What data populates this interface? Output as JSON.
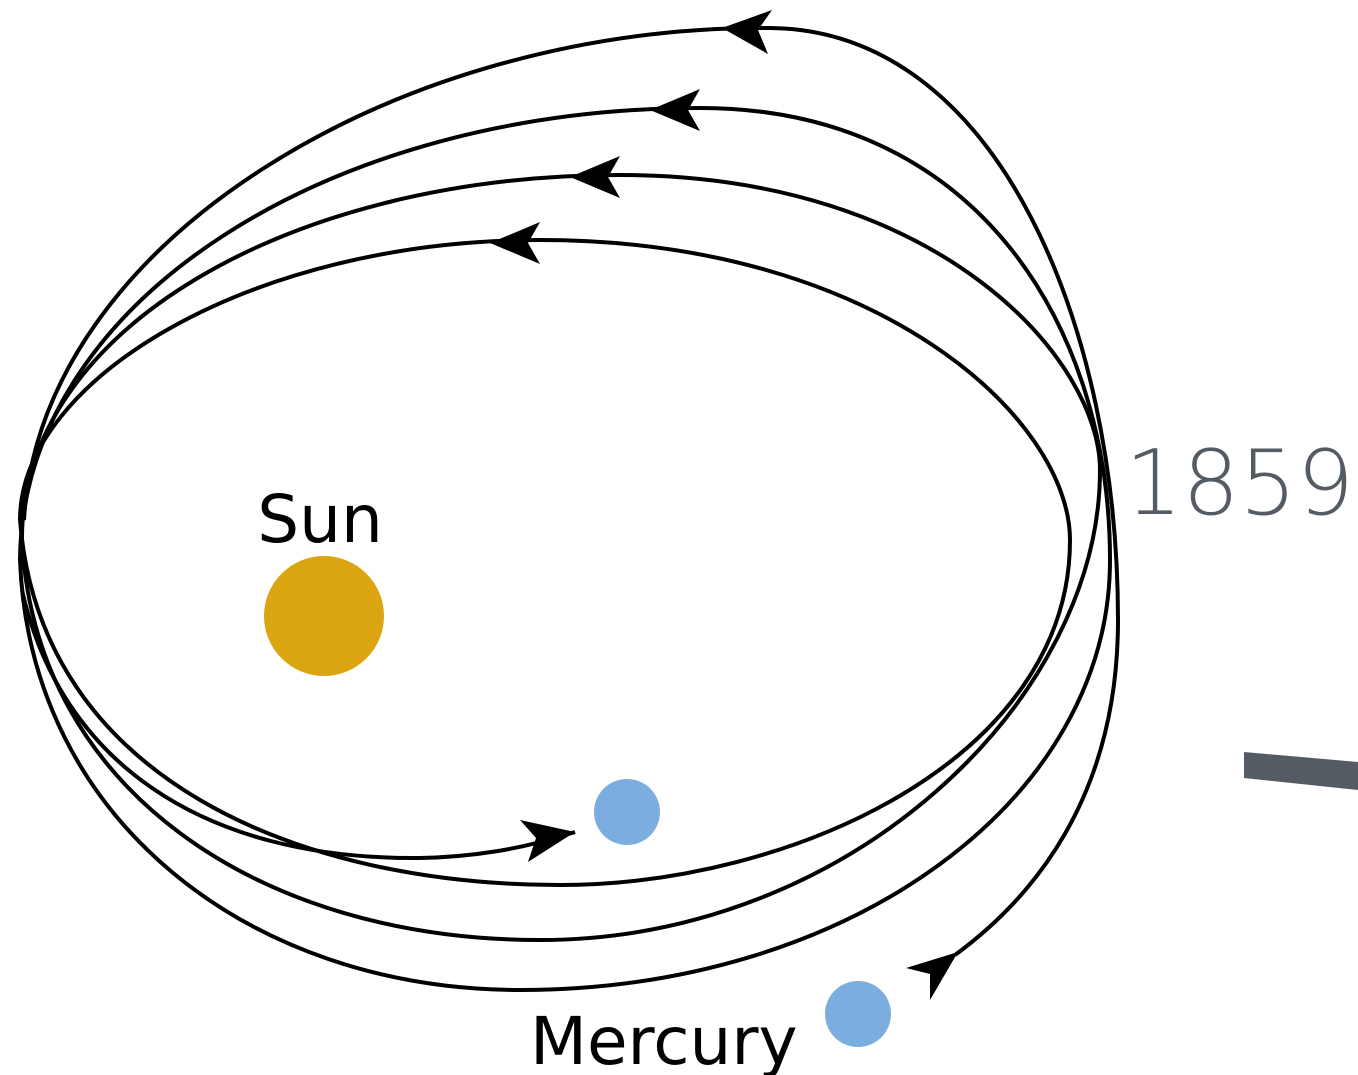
{
  "labels": {
    "sun": "Sun",
    "mercury": "Mercury",
    "year": "1859"
  },
  "colors": {
    "orbit": "#000000",
    "sun": "#DAA511",
    "mercury": "#7BAEDF",
    "year_text": "#555B63",
    "bar": "#555B63"
  },
  "orbits": {
    "count": 4,
    "direction": "counterclockwise"
  }
}
